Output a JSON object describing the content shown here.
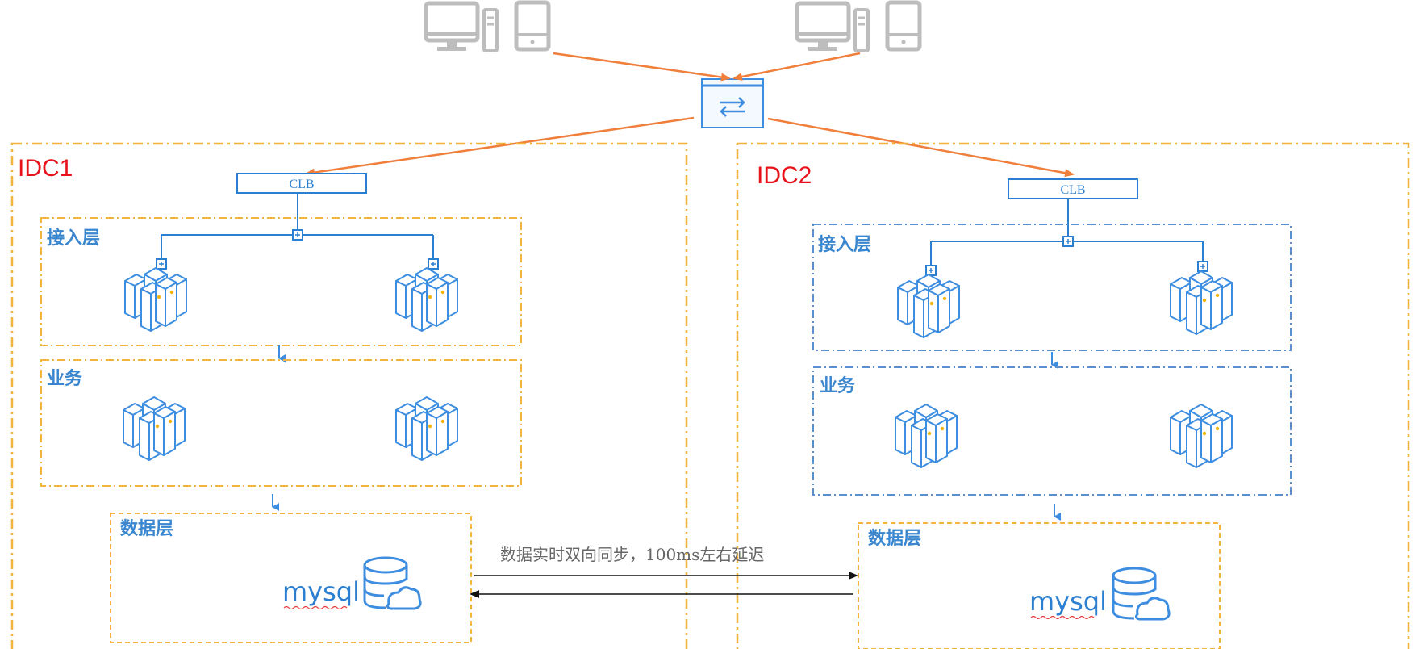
{
  "idc1": {
    "title": "IDC1",
    "clb": "CLB",
    "access_layer": "接入层",
    "business_layer": "业务",
    "data_layer": "数据层",
    "db": "mysql"
  },
  "idc2": {
    "title": "IDC2",
    "clb": "CLB",
    "access_layer": "接入层",
    "business_layer": "业务",
    "data_layer": "数据层",
    "db": "mysql"
  },
  "sync": {
    "label": "数据实时双向同步，100ms左右延迟"
  },
  "colors": {
    "idc_border": "#f2b43c",
    "access_border_idc2": "#5a8fd0",
    "flow_arrow": "#f07f3c",
    "idc_title": "#e8121b",
    "layer_title": "#3a86cf",
    "icon_blue": "#3d8de0"
  },
  "icons": [
    "desktop-computer-icon",
    "mobile-device-icon",
    "gslb-switch-icon",
    "server-cluster-icon",
    "cloud-database-icon"
  ]
}
